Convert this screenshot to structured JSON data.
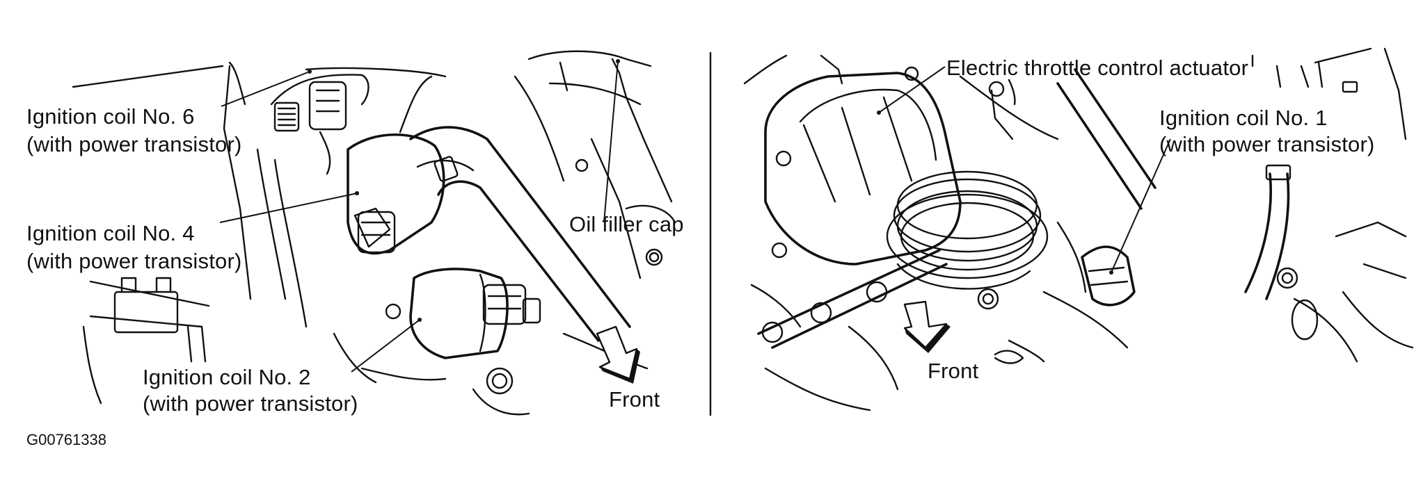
{
  "figure_id": "G00761338",
  "left_view": {
    "labels": {
      "coil6_line1": "Ignition coil No. 6",
      "coil6_line2": "(with power transistor)",
      "coil4_line1": "Ignition coil No. 4",
      "coil4_line2": "(with power transistor)",
      "coil2_line1": "Ignition coil No. 2",
      "coil2_line2": "(with power transistor)",
      "oil_filler_cap": "Oil filler cap",
      "front": "Front"
    }
  },
  "right_view": {
    "labels": {
      "throttle_actuator": "Electric throttle control actuator",
      "coil1_line1": "Ignition coil No. 1",
      "coil1_line2": "(with power transistor)",
      "front": "Front"
    }
  }
}
